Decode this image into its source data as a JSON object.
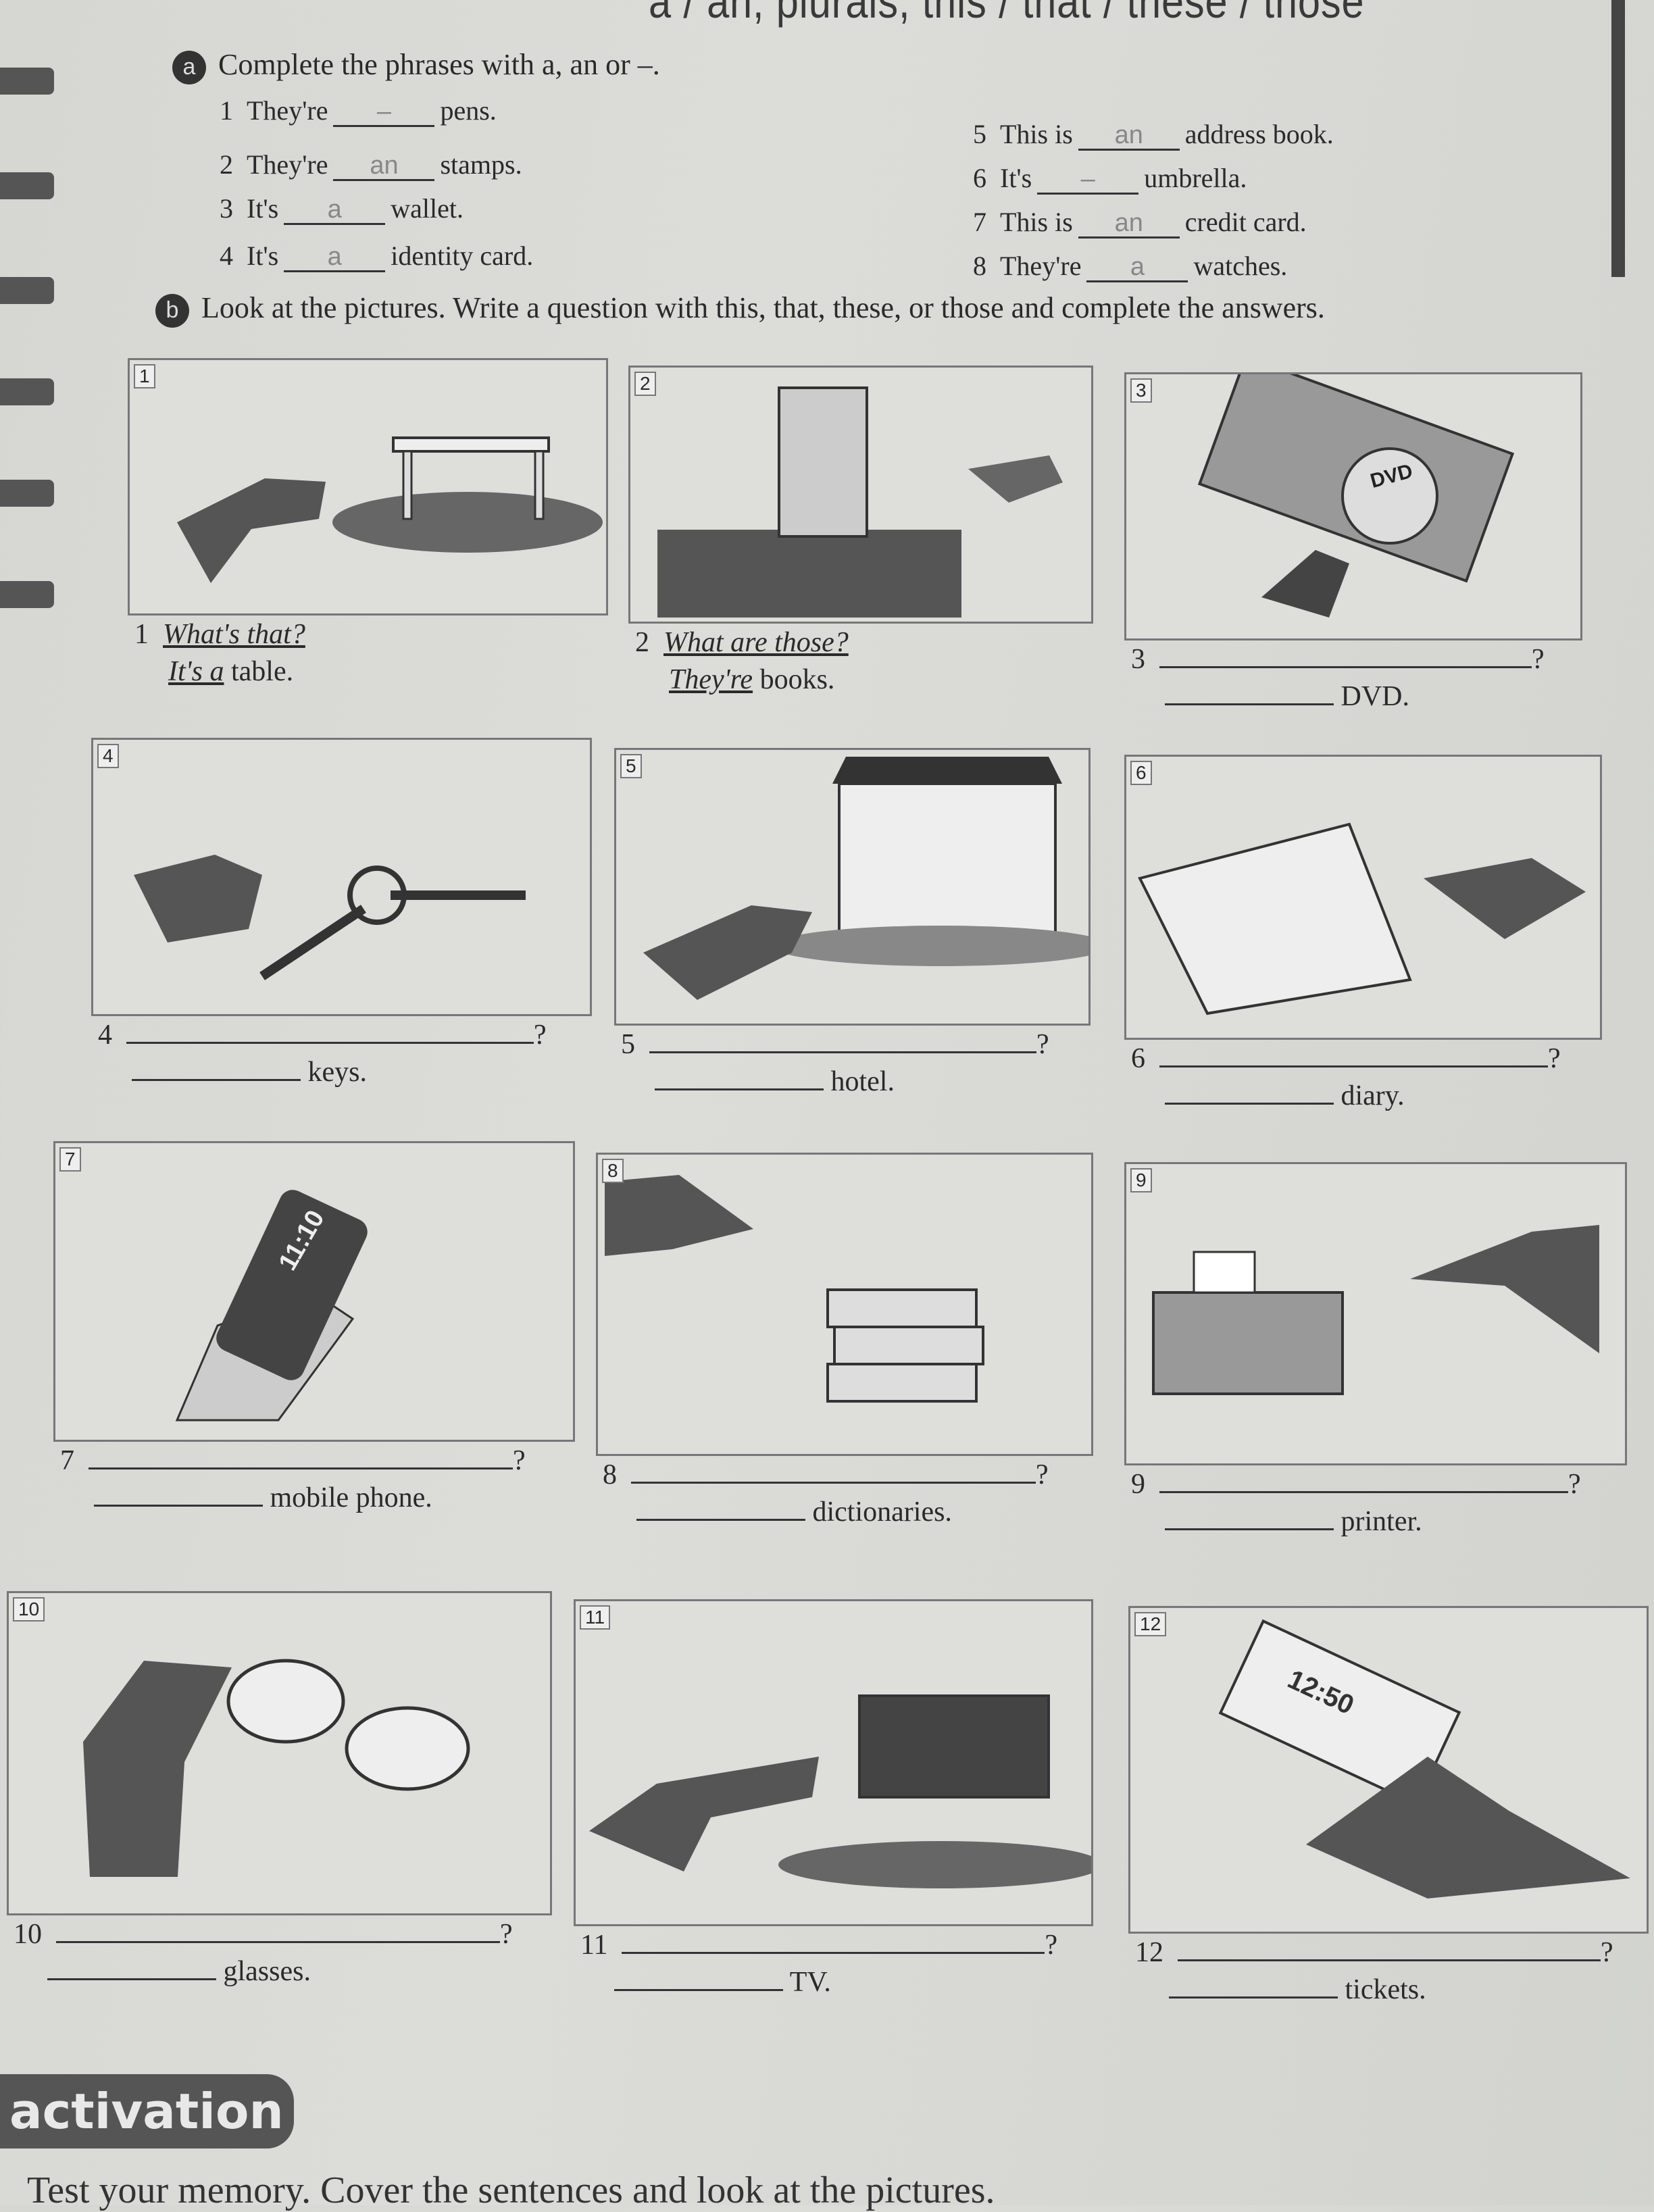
{
  "header": {
    "title": "a / an, plurals, this / that / these / those"
  },
  "exercise_a": {
    "badge": "a",
    "instruction": "Complete the phrases with a, an or –.",
    "items": [
      {
        "num": "1",
        "before": "They're",
        "answer": "–",
        "after": "pens."
      },
      {
        "num": "2",
        "before": "They're",
        "answer": "an",
        "after": "stamps."
      },
      {
        "num": "3",
        "before": "It's",
        "answer": "a",
        "after": "wallet."
      },
      {
        "num": "4",
        "before": "It's",
        "answer": "a",
        "after": "identity card."
      },
      {
        "num": "5",
        "before": "This is",
        "answer": "an",
        "after": "address book."
      },
      {
        "num": "6",
        "before": "It's",
        "answer": "–",
        "after": "umbrella."
      },
      {
        "num": "7",
        "before": "This is",
        "answer": "an",
        "after": "credit card."
      },
      {
        "num": "8",
        "before": "They're",
        "answer": "a",
        "after": "watches."
      }
    ]
  },
  "exercise_b": {
    "badge": "b",
    "instruction": "Look at the pictures. Write a question with this, that, these, or those and complete the answers.",
    "items": [
      {
        "num": "1",
        "picture": "table",
        "question": "What's that?",
        "answer_start": "It's a",
        "answer_end": "table."
      },
      {
        "num": "2",
        "picture": "books",
        "question": "What are those?",
        "answer_start": "They're",
        "answer_end": "books."
      },
      {
        "num": "3",
        "picture": "dvd",
        "question": "",
        "answer_start": "",
        "answer_end": "DVD."
      },
      {
        "num": "4",
        "picture": "keys",
        "question": "",
        "answer_start": "",
        "answer_end": "keys."
      },
      {
        "num": "5",
        "picture": "hotel",
        "question": "",
        "answer_start": "",
        "answer_end": "hotel."
      },
      {
        "num": "6",
        "picture": "diary",
        "question": "",
        "answer_start": "",
        "answer_end": "diary."
      },
      {
        "num": "7",
        "picture": "mobile-phone",
        "question": "",
        "answer_start": "",
        "answer_end": "mobile phone."
      },
      {
        "num": "8",
        "picture": "dictionaries",
        "question": "",
        "answer_start": "",
        "answer_end": "dictionaries."
      },
      {
        "num": "9",
        "picture": "printer",
        "question": "",
        "answer_start": "",
        "answer_end": "printer."
      },
      {
        "num": "10",
        "picture": "glasses",
        "question": "",
        "answer_start": "",
        "answer_end": "glasses."
      },
      {
        "num": "11",
        "picture": "tv",
        "question": "",
        "answer_start": "",
        "answer_end": "TV."
      },
      {
        "num": "12",
        "picture": "tickets",
        "question": "",
        "answer_start": "",
        "answer_end": "tickets."
      }
    ],
    "question_mark": "?",
    "phone_time": "11:10",
    "dvd_label": "DVD",
    "ticket_time": "12:50"
  },
  "activation": {
    "label": "activation",
    "text": "Test your memory. Cover the sentences and look at the pictures."
  }
}
